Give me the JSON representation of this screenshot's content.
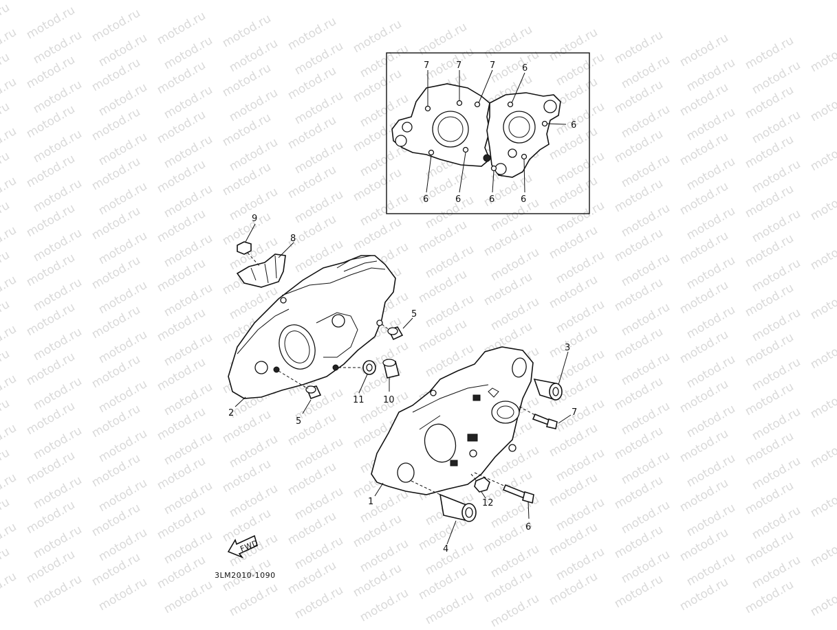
{
  "watermark": {
    "text": "motod.ru"
  },
  "diagram_code": "3LM2010-1090",
  "fwd_label": "FWD",
  "inset_callouts": {
    "c7a": "7",
    "c7b": "7",
    "c7c": "7",
    "c6a": "6",
    "c6b": "6",
    "c6c": "6",
    "c6d": "6",
    "c6e": "6",
    "c6f": "6"
  },
  "callouts": {
    "c9": "9",
    "c8": "8",
    "c5a": "5",
    "c5b": "5",
    "c2": "2",
    "c11": "11",
    "c10": "10",
    "c3": "3",
    "c7": "7",
    "c1": "1",
    "c12": "12",
    "c6": "6",
    "c4": "4"
  }
}
